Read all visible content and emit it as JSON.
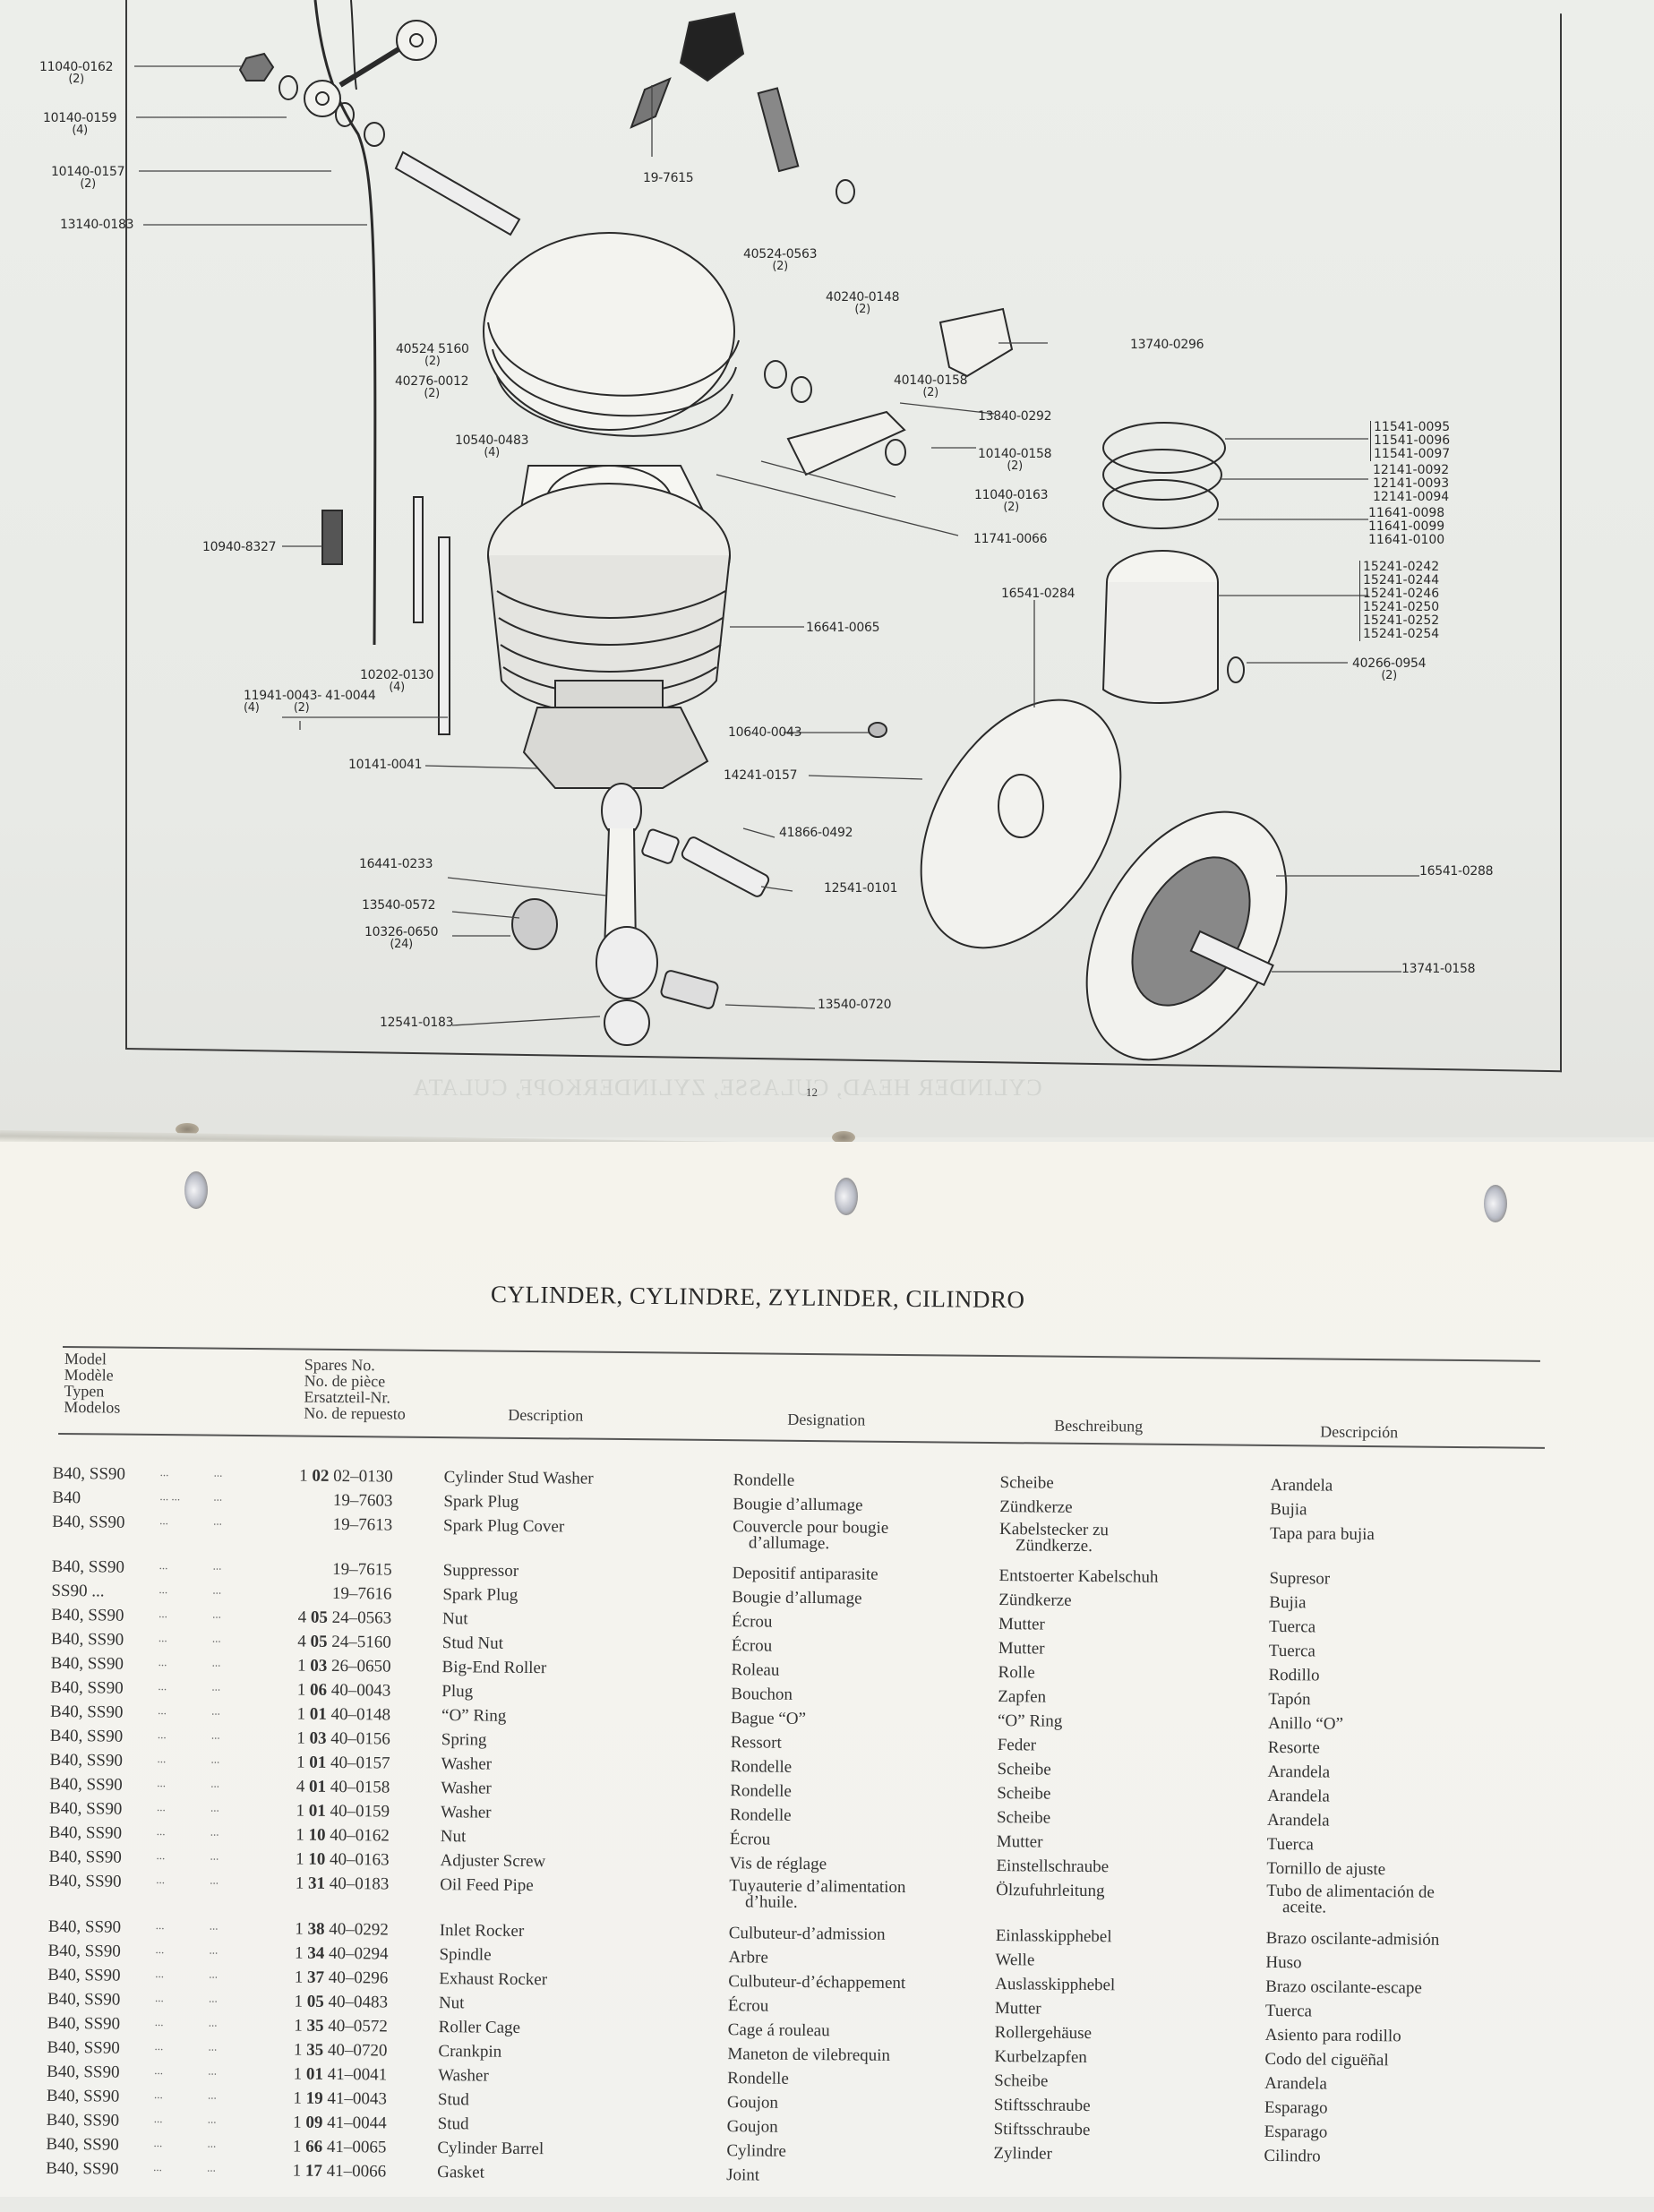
{
  "diagram": {
    "page_number": "12",
    "bleed_through_text": "CYLINDER HEAD, CULASSE, ZYLINDERKOPF, CULATA",
    "callouts": [
      {
        "id": "c1",
        "part": "11040-0162",
        "qty": "(2)"
      },
      {
        "id": "c2",
        "part": "10140-0159",
        "qty": "(4)"
      },
      {
        "id": "c3",
        "part": "10140-0157",
        "qty": "(2)"
      },
      {
        "id": "c4",
        "part": "13140-0183",
        "qty": ""
      },
      {
        "id": "c5",
        "part": "19-7615",
        "qty": ""
      },
      {
        "id": "c6",
        "part": "40524-0563",
        "qty": "(2)"
      },
      {
        "id": "c7",
        "part": "40240-0148",
        "qty": "(2)"
      },
      {
        "id": "c8",
        "part": "13740-0296",
        "qty": ""
      },
      {
        "id": "c9",
        "part": "40524 5160",
        "qty": "(2)"
      },
      {
        "id": "c10",
        "part": "40276-0012",
        "qty": "(2)"
      },
      {
        "id": "c11",
        "part": "40140-0158",
        "qty": "(2)"
      },
      {
        "id": "c12",
        "part": "13840-0292",
        "qty": ""
      },
      {
        "id": "c13",
        "part": "10540-0483",
        "qty": "(4)"
      },
      {
        "id": "c14",
        "part": "10140-0158",
        "qty": "(2)"
      },
      {
        "id": "c15",
        "part": "11040-0163",
        "qty": "(2)"
      },
      {
        "id": "c16",
        "part": "10940-8327",
        "qty": ""
      },
      {
        "id": "c17",
        "part": "11741-0066",
        "qty": ""
      },
      {
        "id": "c18",
        "part": "16541-0284",
        "qty": ""
      },
      {
        "id": "c19",
        "part": "16641-0065",
        "qty": ""
      },
      {
        "id": "c20",
        "part": "10202-0130",
        "qty": "(4)"
      },
      {
        "id": "c21",
        "part": "11941-0043- 41-0044",
        "qty": "(4)          (2)"
      },
      {
        "id": "c22",
        "part": "40266-0954",
        "qty": "(2)"
      },
      {
        "id": "c23",
        "part": "10640-0043",
        "qty": ""
      },
      {
        "id": "c24",
        "part": "10141-0041",
        "qty": ""
      },
      {
        "id": "c25",
        "part": "14241-0157",
        "qty": ""
      },
      {
        "id": "c26",
        "part": "41866-0492",
        "qty": ""
      },
      {
        "id": "c27",
        "part": "16441-0233",
        "qty": ""
      },
      {
        "id": "c28",
        "part": "12541-0101",
        "qty": ""
      },
      {
        "id": "c29",
        "part": "13540-0572",
        "qty": ""
      },
      {
        "id": "c30",
        "part": "10326-0650",
        "qty": "(24)"
      },
      {
        "id": "c31",
        "part": "16541-0288",
        "qty": ""
      },
      {
        "id": "c32",
        "part": "13741-0158",
        "qty": ""
      },
      {
        "id": "c33",
        "part": "13540-0720",
        "qty": ""
      },
      {
        "id": "c34",
        "part": "12541-0183",
        "qty": ""
      }
    ],
    "ring_groups": [
      [
        "11541-0095",
        "11541-0096",
        "11541-0097"
      ],
      [
        "12141-0092",
        "12141-0093",
        "12141-0094"
      ],
      [
        "11641-0098",
        "11641-0099",
        "11641-0100"
      ],
      [
        "15241-0242",
        "15241-0244",
        "15241-0246",
        "15241-0250",
        "15241-0252",
        "15241-0254"
      ]
    ]
  },
  "table": {
    "title": "CYLINDER, CYLINDRE, ZYLINDER, CILINDRO",
    "headers": {
      "model": [
        "Model",
        "Modèle",
        "Typen",
        "Modelos"
      ],
      "spares": [
        "Spares No.",
        "No. de pièce",
        "Ersatzteil-Nr.",
        "No. de repuesto"
      ],
      "description": "Description",
      "designation": "Designation",
      "beschreibung": "Beschreibung",
      "descripcion": "Descripción"
    },
    "rows": [
      {
        "model": "B40, SS90",
        "d1": "...",
        "d2": "...",
        "sp_pre": "1 ",
        "sp_bold": "02",
        "sp_post": " 02–0130",
        "desc": "Cylinder Stud Washer",
        "desig": "Rondelle",
        "desig2": "",
        "besch": "Scheibe",
        "besch2": "",
        "descr": "Arandela",
        "descr2": ""
      },
      {
        "model": "B40",
        "d1": "...   ...",
        "d2": "...",
        "sp_pre": "",
        "sp_bold": "",
        "sp_post": "19–7603",
        "desc": "Spark Plug",
        "desig": "Bougie d’allumage",
        "desig2": "",
        "besch": "Zündkerze",
        "besch2": "",
        "descr": "Bujia",
        "descr2": ""
      },
      {
        "model": "B40, SS90",
        "d1": "...",
        "d2": "...",
        "sp_pre": "",
        "sp_bold": "",
        "sp_post": "19–7613",
        "desc": "Spark Plug Cover",
        "desig": "Couvercle pour bougie",
        "desig2": "d’allumage.",
        "besch": "Kabelstecker zu",
        "besch2": "Zündkerze.",
        "descr": "Tapa para bujia",
        "descr2": ""
      },
      {
        "model": "B40, SS90",
        "d1": "...",
        "d2": "...",
        "sp_pre": "",
        "sp_bold": "",
        "sp_post": "19–7615",
        "desc": "Suppressor",
        "desig": "Depositif antiparasite",
        "desig2": "",
        "besch": "Entstoerter Kabelschuh",
        "besch2": "",
        "descr": "Supresor",
        "descr2": ""
      },
      {
        "model": "SS90 ...",
        "d1": "...",
        "d2": "...",
        "sp_pre": "",
        "sp_bold": "",
        "sp_post": "19–7616",
        "desc": "Spark Plug",
        "desig": "Bougie d’allumage",
        "desig2": "",
        "besch": "Zündkerze",
        "besch2": "",
        "descr": "Bujia",
        "descr2": ""
      },
      {
        "model": "B40, SS90",
        "d1": "...",
        "d2": "...",
        "sp_pre": "4 ",
        "sp_bold": "05",
        "sp_post": " 24–0563",
        "desc": "Nut",
        "desig": "Écrou",
        "desig2": "",
        "besch": "Mutter",
        "besch2": "",
        "descr": "Tuerca",
        "descr2": ""
      },
      {
        "model": "B40, SS90",
        "d1": "...",
        "d2": "...",
        "sp_pre": "4 ",
        "sp_bold": "05",
        "sp_post": " 24–5160",
        "desc": "Stud Nut",
        "desig": "Écrou",
        "desig2": "",
        "besch": "Mutter",
        "besch2": "",
        "descr": "Tuerca",
        "descr2": ""
      },
      {
        "model": "B40, SS90",
        "d1": "...",
        "d2": "...",
        "sp_pre": "1 ",
        "sp_bold": "03",
        "sp_post": " 26–0650",
        "desc": "Big-End Roller",
        "desig": "Roleau",
        "desig2": "",
        "besch": "Rolle",
        "besch2": "",
        "descr": "Rodillo",
        "descr2": ""
      },
      {
        "model": "B40, SS90",
        "d1": "...",
        "d2": "...",
        "sp_pre": "1 ",
        "sp_bold": "06",
        "sp_post": " 40–0043",
        "desc": "Plug",
        "desig": "Bouchon",
        "desig2": "",
        "besch": "Zapfen",
        "besch2": "",
        "descr": "Tapón",
        "descr2": ""
      },
      {
        "model": "B40, SS90",
        "d1": "...",
        "d2": "...",
        "sp_pre": "1 ",
        "sp_bold": "01",
        "sp_post": " 40–0148",
        "desc": "“O” Ring",
        "desig": "Bague “O”",
        "desig2": "",
        "besch": "“O” Ring",
        "besch2": "",
        "descr": "Anillo “O”",
        "descr2": ""
      },
      {
        "model": "B40, SS90",
        "d1": "...",
        "d2": "...",
        "sp_pre": "1 ",
        "sp_bold": "03",
        "sp_post": " 40–0156",
        "desc": "Spring",
        "desig": "Ressort",
        "desig2": "",
        "besch": "Feder",
        "besch2": "",
        "descr": "Resorte",
        "descr2": ""
      },
      {
        "model": "B40, SS90",
        "d1": "...",
        "d2": "...",
        "sp_pre": "1 ",
        "sp_bold": "01",
        "sp_post": " 40–0157",
        "desc": "Washer",
        "desig": "Rondelle",
        "desig2": "",
        "besch": "Scheibe",
        "besch2": "",
        "descr": "Arandela",
        "descr2": ""
      },
      {
        "model": "B40, SS90",
        "d1": "...",
        "d2": "...",
        "sp_pre": "4 ",
        "sp_bold": "01",
        "sp_post": " 40–0158",
        "desc": "Washer",
        "desig": "Rondelle",
        "desig2": "",
        "besch": "Scheibe",
        "besch2": "",
        "descr": "Arandela",
        "descr2": ""
      },
      {
        "model": "B40, SS90",
        "d1": "...",
        "d2": "...",
        "sp_pre": "1 ",
        "sp_bold": "01",
        "sp_post": " 40–0159",
        "desc": "Washer",
        "desig": "Rondelle",
        "desig2": "",
        "besch": "Scheibe",
        "besch2": "",
        "descr": "Arandela",
        "descr2": ""
      },
      {
        "model": "B40, SS90",
        "d1": "...",
        "d2": "...",
        "sp_pre": "1 ",
        "sp_bold": "10",
        "sp_post": " 40–0162",
        "desc": "Nut",
        "desig": "Écrou",
        "desig2": "",
        "besch": "Mutter",
        "besch2": "",
        "descr": "Tuerca",
        "descr2": ""
      },
      {
        "model": "B40, SS90",
        "d1": "...",
        "d2": "...",
        "sp_pre": "1 ",
        "sp_bold": "10",
        "sp_post": " 40–0163",
        "desc": "Adjuster Screw",
        "desig": "Vis de réglage",
        "desig2": "",
        "besch": "Einstellschraube",
        "besch2": "",
        "descr": "Tornillo de ajuste",
        "descr2": ""
      },
      {
        "model": "B40, SS90",
        "d1": "...",
        "d2": "...",
        "sp_pre": "1 ",
        "sp_bold": "31",
        "sp_post": " 40–0183",
        "desc": "Oil Feed Pipe",
        "desig": "Tuyauterie d’alimentation",
        "desig2": "d’huile.",
        "besch": "Ölzufuhrleitung",
        "besch2": "",
        "descr": "Tubo de alimentación de",
        "descr2": "aceite."
      },
      {
        "model": "B40, SS90",
        "d1": "...",
        "d2": "...",
        "sp_pre": "1 ",
        "sp_bold": "38",
        "sp_post": " 40–0292",
        "desc": "Inlet Rocker",
        "desig": "Culbuteur-d’admission",
        "desig2": "",
        "besch": "Einlasskipphebel",
        "besch2": "",
        "descr": "Brazo oscilante-admisión",
        "descr2": ""
      },
      {
        "model": "B40, SS90",
        "d1": "...",
        "d2": "...",
        "sp_pre": "1 ",
        "sp_bold": "34",
        "sp_post": " 40–0294",
        "desc": "Spindle",
        "desig": "Arbre",
        "desig2": "",
        "besch": "Welle",
        "besch2": "",
        "descr": "Huso",
        "descr2": ""
      },
      {
        "model": "B40, SS90",
        "d1": "...",
        "d2": "...",
        "sp_pre": "1 ",
        "sp_bold": "37",
        "sp_post": " 40–0296",
        "desc": "Exhaust Rocker",
        "desig": "Culbuteur-d’échappement",
        "desig2": "",
        "besch": "Auslasskipphebel",
        "besch2": "",
        "descr": "Brazo oscilante-escape",
        "descr2": ""
      },
      {
        "model": "B40, SS90",
        "d1": "...",
        "d2": "...",
        "sp_pre": "1 ",
        "sp_bold": "05",
        "sp_post": " 40–0483",
        "desc": "Nut",
        "desig": "Écrou",
        "desig2": "",
        "besch": "Mutter",
        "besch2": "",
        "descr": "Tuerca",
        "descr2": ""
      },
      {
        "model": "B40, SS90",
        "d1": "...",
        "d2": "...",
        "sp_pre": "1 ",
        "sp_bold": "35",
        "sp_post": " 40–0572",
        "desc": "Roller Cage",
        "desig": "Cage á rouleau",
        "desig2": "",
        "besch": "Rollergehäuse",
        "besch2": "",
        "descr": "Asiento para rodillo",
        "descr2": ""
      },
      {
        "model": "B40, SS90",
        "d1": "...",
        "d2": "...",
        "sp_pre": "1 ",
        "sp_bold": "35",
        "sp_post": " 40–0720",
        "desc": "Crankpin",
        "desig": "Maneton de vilebrequin",
        "desig2": "",
        "besch": "Kurbelzapfen",
        "besch2": "",
        "descr": "Codo del ciguëñal",
        "descr2": ""
      },
      {
        "model": "B40, SS90",
        "d1": "...",
        "d2": "...",
        "sp_pre": "1 ",
        "sp_bold": "01",
        "sp_post": " 41–0041",
        "desc": "Washer",
        "desig": "Rondelle",
        "desig2": "",
        "besch": "Scheibe",
        "besch2": "",
        "descr": "Arandela",
        "descr2": ""
      },
      {
        "model": "B40, SS90",
        "d1": "...",
        "d2": "...",
        "sp_pre": "1 ",
        "sp_bold": "19",
        "sp_post": " 41–0043",
        "desc": "Stud",
        "desig": "Goujon",
        "desig2": "",
        "besch": "Stiftsschraube",
        "besch2": "",
        "descr": "Esparago",
        "descr2": ""
      },
      {
        "model": "B40, SS90",
        "d1": "...",
        "d2": "...",
        "sp_pre": "1 ",
        "sp_bold": "09",
        "sp_post": " 41–0044",
        "desc": "Stud",
        "desig": "Goujon",
        "desig2": "",
        "besch": "Stiftsschraube",
        "besch2": "",
        "descr": "Esparago",
        "descr2": ""
      },
      {
        "model": "B40, SS90",
        "d1": "...",
        "d2": "...",
        "sp_pre": "1 ",
        "sp_bold": "66",
        "sp_post": " 41–0065",
        "desc": "Cylinder Barrel",
        "desig": "Cylindre",
        "desig2": "",
        "besch": "Zylinder",
        "besch2": "",
        "descr": "Cilindro",
        "descr2": ""
      },
      {
        "model": "B40, SS90",
        "d1": "...",
        "d2": "...",
        "sp_pre": "1 ",
        "sp_bold": "17",
        "sp_post": " 41–0066",
        "desc": "Gasket",
        "desig": "Joint",
        "desig2": "",
        "besch": "",
        "besch2": "",
        "descr": "",
        "descr2": ""
      }
    ]
  }
}
